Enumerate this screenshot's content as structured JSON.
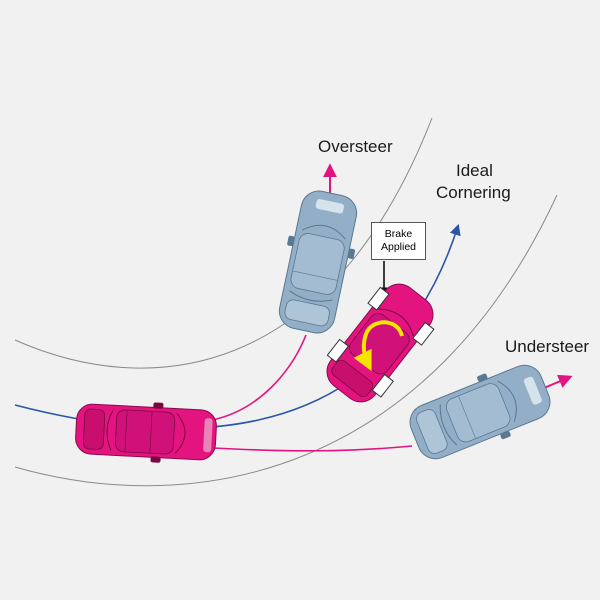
{
  "labels": {
    "oversteer": "Oversteer",
    "ideal_line1": "Ideal",
    "ideal_line2": "Cornering",
    "understeer": "Understeer",
    "brake_line1": "Brake",
    "brake_line2": "Applied"
  },
  "colors": {
    "background": "#f1f1f1",
    "road_edge": "#8a8a8a",
    "car_magenta": "#e3147f",
    "car_blue_grey": "#93afc7",
    "ideal_path": "#2a56a6",
    "deviation_path": "#e3147f",
    "arrow_magenta": "#e3147f",
    "yaw_arrow": "#f5e600",
    "wheel_white": "#ffffff"
  }
}
